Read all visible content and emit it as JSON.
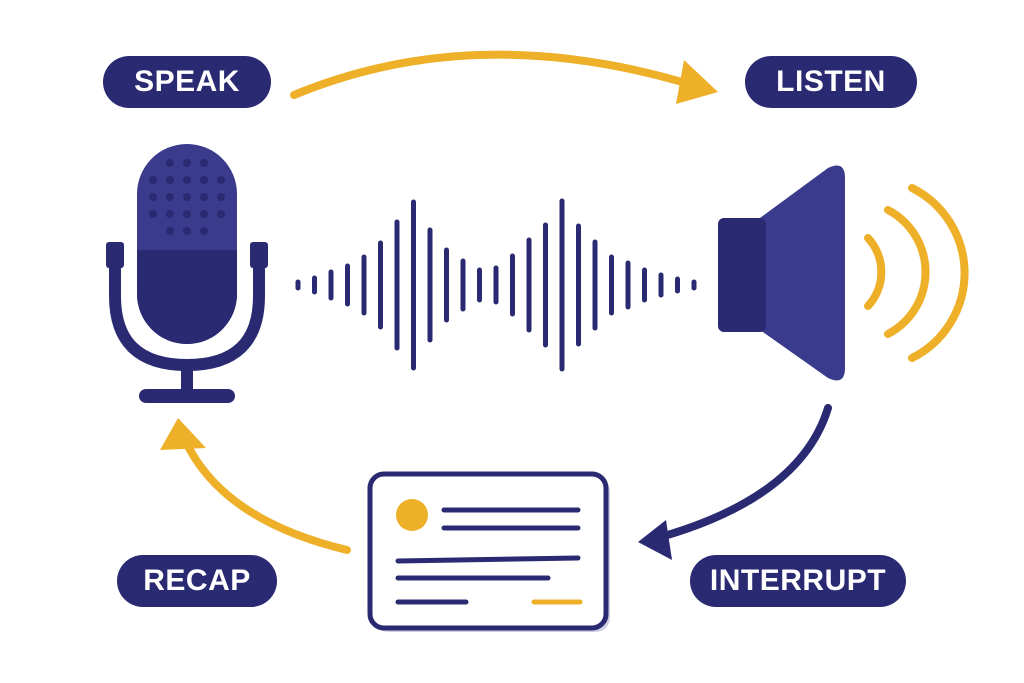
{
  "labels": {
    "speak": "SPEAK",
    "listen": "LISTEN",
    "recap": "RECAP",
    "interrupt": "INTERRUPT"
  },
  "icons": {
    "microphone": "microphone-icon",
    "waveform": "sound-wave-icon",
    "speaker": "speaker-icon",
    "transcript": "transcript-card-icon"
  },
  "colors": {
    "navy": "#292a72",
    "indigo": "#3a3b8c",
    "gold": "#eeb029",
    "white": "#ffffff"
  }
}
